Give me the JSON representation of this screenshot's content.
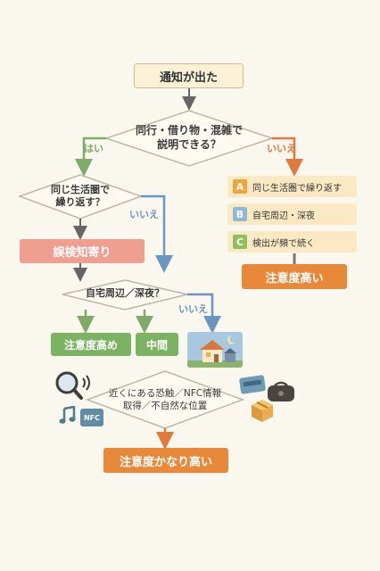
{
  "start": {
    "label": "通知が出た"
  },
  "decision1": {
    "line1": "同行・借り物・混雑で",
    "line2": "説明できる？",
    "yes": "はい",
    "no": "いいえ"
  },
  "decision2": {
    "line1": "同じ生活圏で",
    "line2": "繰り返す？",
    "no": "いいえ"
  },
  "misdetect": {
    "label": "誤検知寄り"
  },
  "decision3": {
    "line1": "自宅周辺／深夜？",
    "no": "いいえ"
  },
  "results": {
    "moderate_high": "注意度高め",
    "medium": "中間"
  },
  "right_list": [
    {
      "badge": "A",
      "text": "同じ生活圏で繰り返す",
      "color": "#f0a43a"
    },
    {
      "badge": "B",
      "text": "自宅周辺・深夜",
      "color": "#8fb8d6"
    },
    {
      "badge": "C",
      "text": "検出が頻で続く",
      "color": "#8fbf5c"
    }
  ],
  "right_result": {
    "label": "注意度高い"
  },
  "decision4": {
    "line1": "近くにある恐触／NFC情報",
    "line2": "取得／不自然な位置"
  },
  "final": {
    "label": "注意度かなり高い"
  },
  "icons": {
    "nfc_tag": "NFC"
  },
  "colors": {
    "green_path": "#7faa6a",
    "blue_path": "#6a96c2",
    "orange_path": "#e07a3a",
    "accent_orange": "#e8893a"
  }
}
